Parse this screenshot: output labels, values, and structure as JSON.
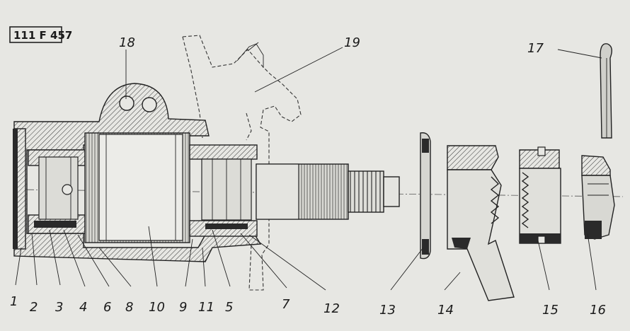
{
  "reference": "111 F 457",
  "parts": [
    {
      "number": "1"
    },
    {
      "number": "2"
    },
    {
      "number": "3"
    },
    {
      "number": "4"
    },
    {
      "number": "6"
    },
    {
      "number": "8"
    },
    {
      "number": "10"
    },
    {
      "number": "9"
    },
    {
      "number": "11"
    },
    {
      "number": "5"
    },
    {
      "number": "7"
    },
    {
      "number": "12"
    },
    {
      "number": "13"
    },
    {
      "number": "14"
    },
    {
      "number": "15"
    },
    {
      "number": "16"
    },
    {
      "number": "17"
    },
    {
      "number": "18"
    },
    {
      "number": "19"
    }
  ]
}
